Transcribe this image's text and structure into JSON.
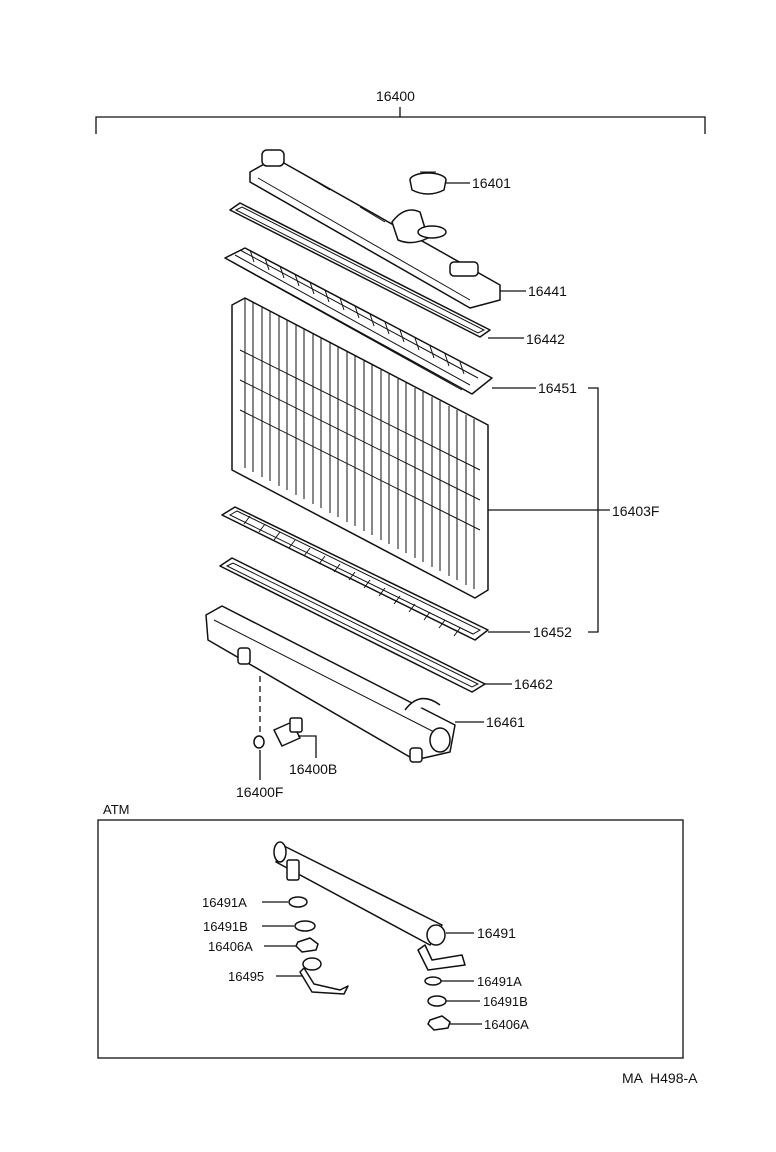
{
  "assembly_label": "16400",
  "parts": {
    "cap": "16401",
    "upper_tank": "16441",
    "upper_gasket": "16442",
    "upper_plate": "16451",
    "core": "16403F",
    "lower_plate": "16452",
    "lower_gasket": "16462",
    "lower_tank": "16461",
    "drain_cock": "16400B",
    "drain_plug": "16400F"
  },
  "atm": {
    "title": "ATM",
    "parts": {
      "cooler_pipe": "16491",
      "washer_a_left": "16491A",
      "washer_b_left": "16491B",
      "nut_left": "16406A",
      "hose_connector": "16495",
      "washer_a_right": "16491A",
      "washer_b_right": "16491B",
      "nut_right": "16406A"
    }
  },
  "diagram_code": "MA  H498-A"
}
